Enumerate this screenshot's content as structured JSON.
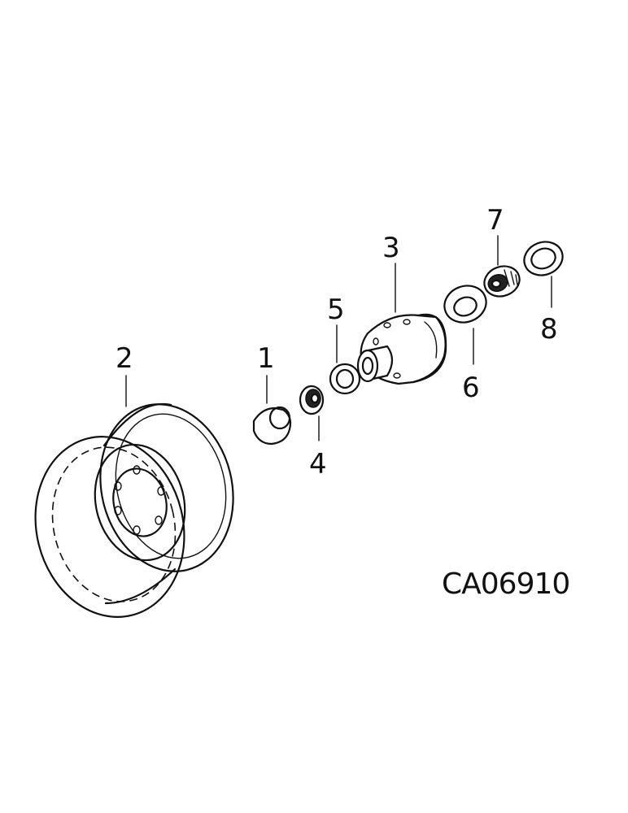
{
  "diagram": {
    "figure_code": "CA06910",
    "callouts": {
      "cap": "1",
      "wheel": "2",
      "hub": "3",
      "outer_bearing_cone": "4",
      "outer_bearing_cup": "5",
      "inner_bearing_cup": "6",
      "inner_bearing_cone": "7",
      "seal": "8"
    },
    "line_color": "#111111",
    "background_color": "#ffffff"
  }
}
